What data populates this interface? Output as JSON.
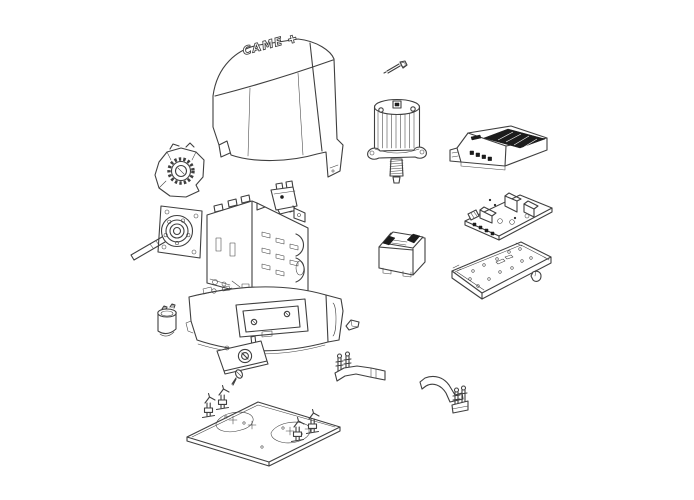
{
  "diagram": {
    "kind": "exploded-parts-diagram",
    "subject": "sliding-gate-operator",
    "brand_logo": "CAME",
    "logo_symbol": "✚",
    "colors": {
      "background": "#ffffff",
      "line": "#3f3f3f",
      "dark_fill": "#1c1c1c",
      "logo_fill": "#ffffff"
    },
    "parts": [
      {
        "id": "cover"
      },
      {
        "id": "fixing-screw"
      },
      {
        "id": "motor"
      },
      {
        "id": "control-unit"
      },
      {
        "id": "circuit-board"
      },
      {
        "id": "transformer"
      },
      {
        "id": "mounting-plate"
      },
      {
        "id": "limit-switch-gear"
      },
      {
        "id": "microswitch"
      },
      {
        "id": "flange-drive-shaft"
      },
      {
        "id": "gearbox-housing"
      },
      {
        "id": "capacitor"
      },
      {
        "id": "front-base"
      },
      {
        "id": "release-door"
      },
      {
        "id": "release-key"
      },
      {
        "id": "base-plate"
      },
      {
        "id": "anchor-bolts"
      },
      {
        "id": "cam-wedge"
      },
      {
        "id": "limit-bracket-left"
      },
      {
        "id": "limit-bracket-right"
      }
    ]
  }
}
